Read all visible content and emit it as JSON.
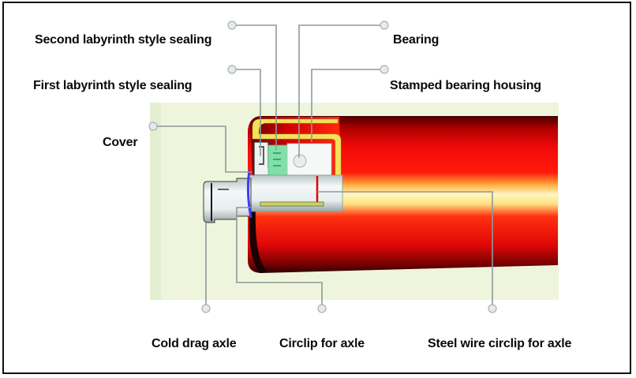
{
  "diagram": {
    "title": "Roller cross-section components",
    "colors": {
      "roller_red": "#f00a0a",
      "roller_dark": "#5a0000",
      "highlight": "#fff9c0",
      "backdrop": "#eef5dc",
      "axle": "#e4ecec",
      "seal_green": "#7fe0a8",
      "housing_yellow": "#f2e25a",
      "circlip_blue": "#3b3bff",
      "leader_line": "#8f9a9c"
    },
    "labels": {
      "second_seal": "Second labyrinth style sealing",
      "first_seal": "First labyrinth style sealing",
      "cover": "Cover",
      "bearing": "Bearing",
      "stamped_housing": "Stamped bearing housing",
      "cold_drag_axle": "Cold drag axle",
      "circlip_axle": "Circlip for axle",
      "steel_wire_circlip": "Steel wire circlip for axle"
    }
  }
}
